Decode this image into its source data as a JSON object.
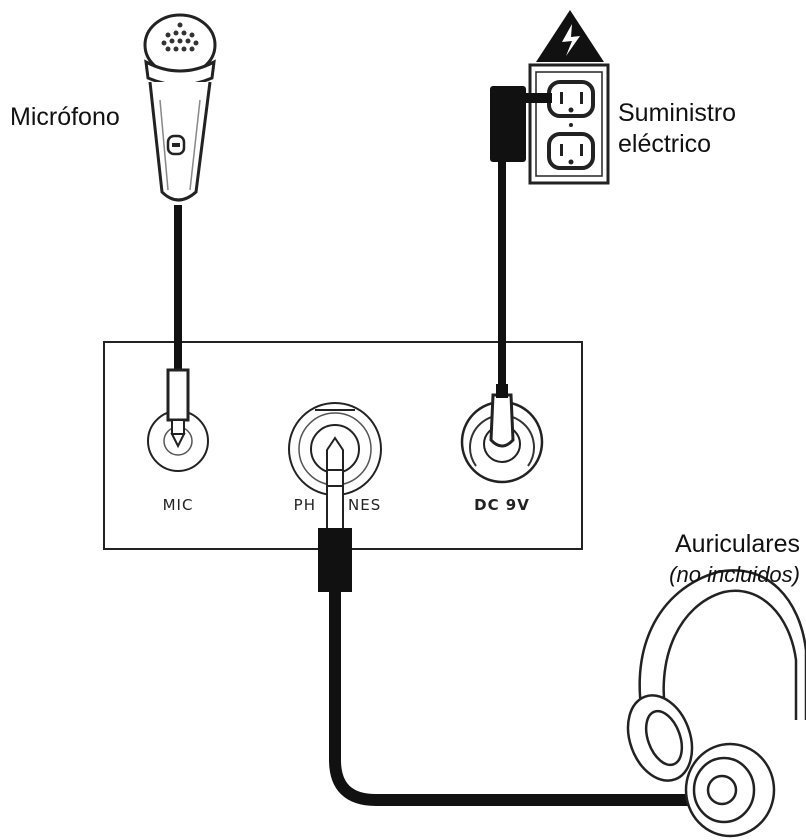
{
  "labels": {
    "microphone": "Micrófono",
    "power_line1": "Suministro",
    "power_line2": "eléctrico",
    "headphones_title": "Auriculares",
    "headphones_note": "(no incluidos)"
  },
  "ports": {
    "mic": "MIC",
    "phones_left": "PH",
    "phones_right": "NES",
    "dc": "DC 9V"
  },
  "icons": [
    "microphone-icon",
    "warning-bolt-icon",
    "wall-outlet-icon",
    "power-adapter-icon",
    "headphones-icon",
    "jack-plug-icon"
  ],
  "colors": {
    "line": "#111111",
    "background": "#ffffff"
  }
}
